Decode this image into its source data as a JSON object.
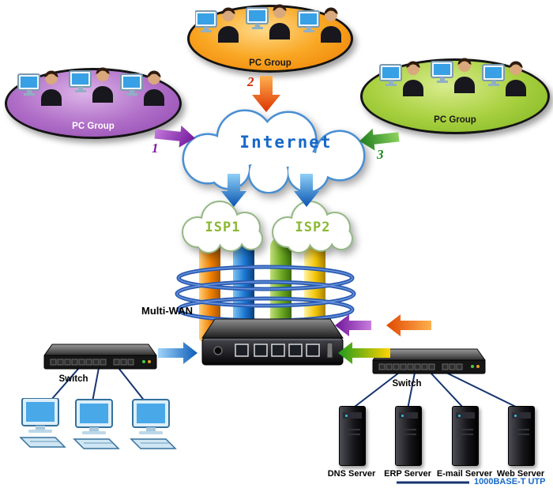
{
  "groups": {
    "top": {
      "label": "PC Group"
    },
    "left": {
      "label": "PC Group"
    },
    "right": {
      "label": "PC Group"
    }
  },
  "steps": {
    "one": "1",
    "two": "2",
    "three": "3"
  },
  "internet": {
    "label": "Internet"
  },
  "isp1": {
    "label": "ISP1"
  },
  "isp2": {
    "label": "ISP2"
  },
  "multi_wan": {
    "label": "Multi-WAN"
  },
  "switches": {
    "left": {
      "label": "Switch"
    },
    "right": {
      "label": "Switch"
    }
  },
  "servers": [
    {
      "label": "DNS Server"
    },
    {
      "label": "ERP Server"
    },
    {
      "label": "E-mail Server"
    },
    {
      "label": "Web Server"
    }
  ],
  "legend": {
    "label": "1000BASE-T UTP"
  },
  "colors": {
    "internet_text": "#1668c9",
    "isp_text": "#8ab832",
    "step1": "#8018a8",
    "step2": "#d42a00",
    "step3": "#1f8a1f",
    "legend_text": "#1668c9",
    "link_line": "#16356f",
    "pipe_orange": "#f08000",
    "pipe_blue": "#1976d2",
    "pipe_green": "#6aa81f",
    "pipe_yellow": "#f2c200"
  }
}
